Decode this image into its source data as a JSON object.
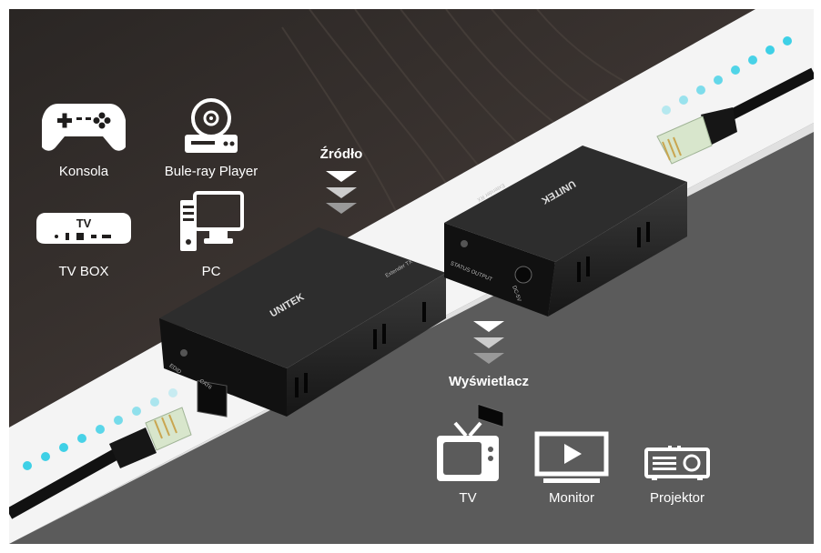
{
  "sources": {
    "heading": "Źródło",
    "items": [
      {
        "label": "Konsola",
        "icon": "gamepad-icon"
      },
      {
        "label": "Bule-ray Player",
        "icon": "bluray-player-icon"
      },
      {
        "label": "TV BOX",
        "icon": "tv-box-icon"
      },
      {
        "label": "PC",
        "icon": "pc-icon"
      }
    ]
  },
  "displays": {
    "heading": "Wyświetlacz",
    "items": [
      {
        "label": "TV",
        "icon": "tv-icon"
      },
      {
        "label": "Monitor",
        "icon": "monitor-icon"
      },
      {
        "label": "Projektor",
        "icon": "projector-icon"
      }
    ]
  },
  "devices": {
    "brand": "UNITEK",
    "transmitter": {
      "model_label": "Extender TX",
      "port_label": "CAT6",
      "led_label": "EDID"
    },
    "receiver": {
      "model_label": "Extender RX",
      "port_status_label": "STATUS OUTPUT",
      "power_label": "DC-5V"
    }
  },
  "colors": {
    "dark_bg": "#1a1a1a",
    "band": "#f4f4f4",
    "gray_bg": "#5b5b5b",
    "accent_dots": "#3ed0e6",
    "text": "#ffffff"
  }
}
